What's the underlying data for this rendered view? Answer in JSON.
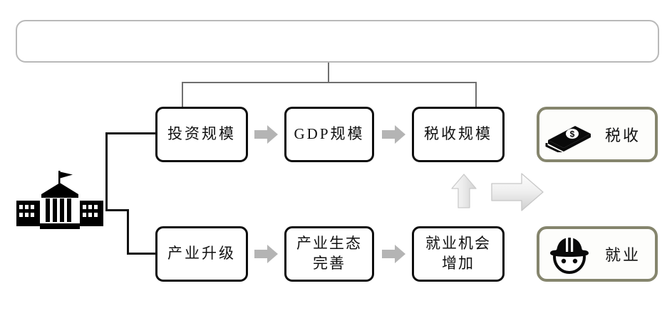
{
  "banner": {
    "text": ""
  },
  "actor": {
    "icon": "government-building-icon",
    "label": ""
  },
  "flows": {
    "top_row": {
      "name": "economic-flow",
      "boxes": [
        {
          "id": "investment-scale",
          "label": "投资规模"
        },
        {
          "id": "gdp-scale",
          "label": "GDP规模"
        },
        {
          "id": "tax-scale",
          "label": "税收规模"
        }
      ],
      "connector_arrows": [
        "right-chevron-icon",
        "right-chevron-icon"
      ]
    },
    "bottom_row": {
      "name": "industry-flow",
      "boxes": [
        {
          "id": "industry-upgrade",
          "label": "产业升级"
        },
        {
          "id": "industry-ecosystem",
          "label": "产业生态完善",
          "lines": [
            "产业生态",
            "完善"
          ]
        },
        {
          "id": "employment-growth",
          "label": "就业机会增加",
          "lines": [
            "就业机会",
            "增加"
          ]
        }
      ],
      "connector_arrows": [
        "right-chevron-icon",
        "right-chevron-icon"
      ]
    }
  },
  "outcome_cards": [
    {
      "id": "tax-outcome",
      "icon": "money-stack-icon",
      "label": "税收"
    },
    {
      "id": "employment-outcome",
      "icon": "hard-hat-worker-icon",
      "label": "就业"
    }
  ],
  "big_arrows": [
    {
      "id": "up-arrow",
      "icon": "arrow-up-3d-icon",
      "direction": "up"
    },
    {
      "id": "right-arrow",
      "icon": "arrow-right-3d-icon",
      "direction": "right"
    }
  ],
  "colors": {
    "banner_border": "#b9b9b9",
    "box_border": "#0d0d0d",
    "card_border": "#85856d",
    "connector_line": "#6f6f6f",
    "flat_arrow": "#b4b4b4",
    "icon_fill": "#000000"
  }
}
